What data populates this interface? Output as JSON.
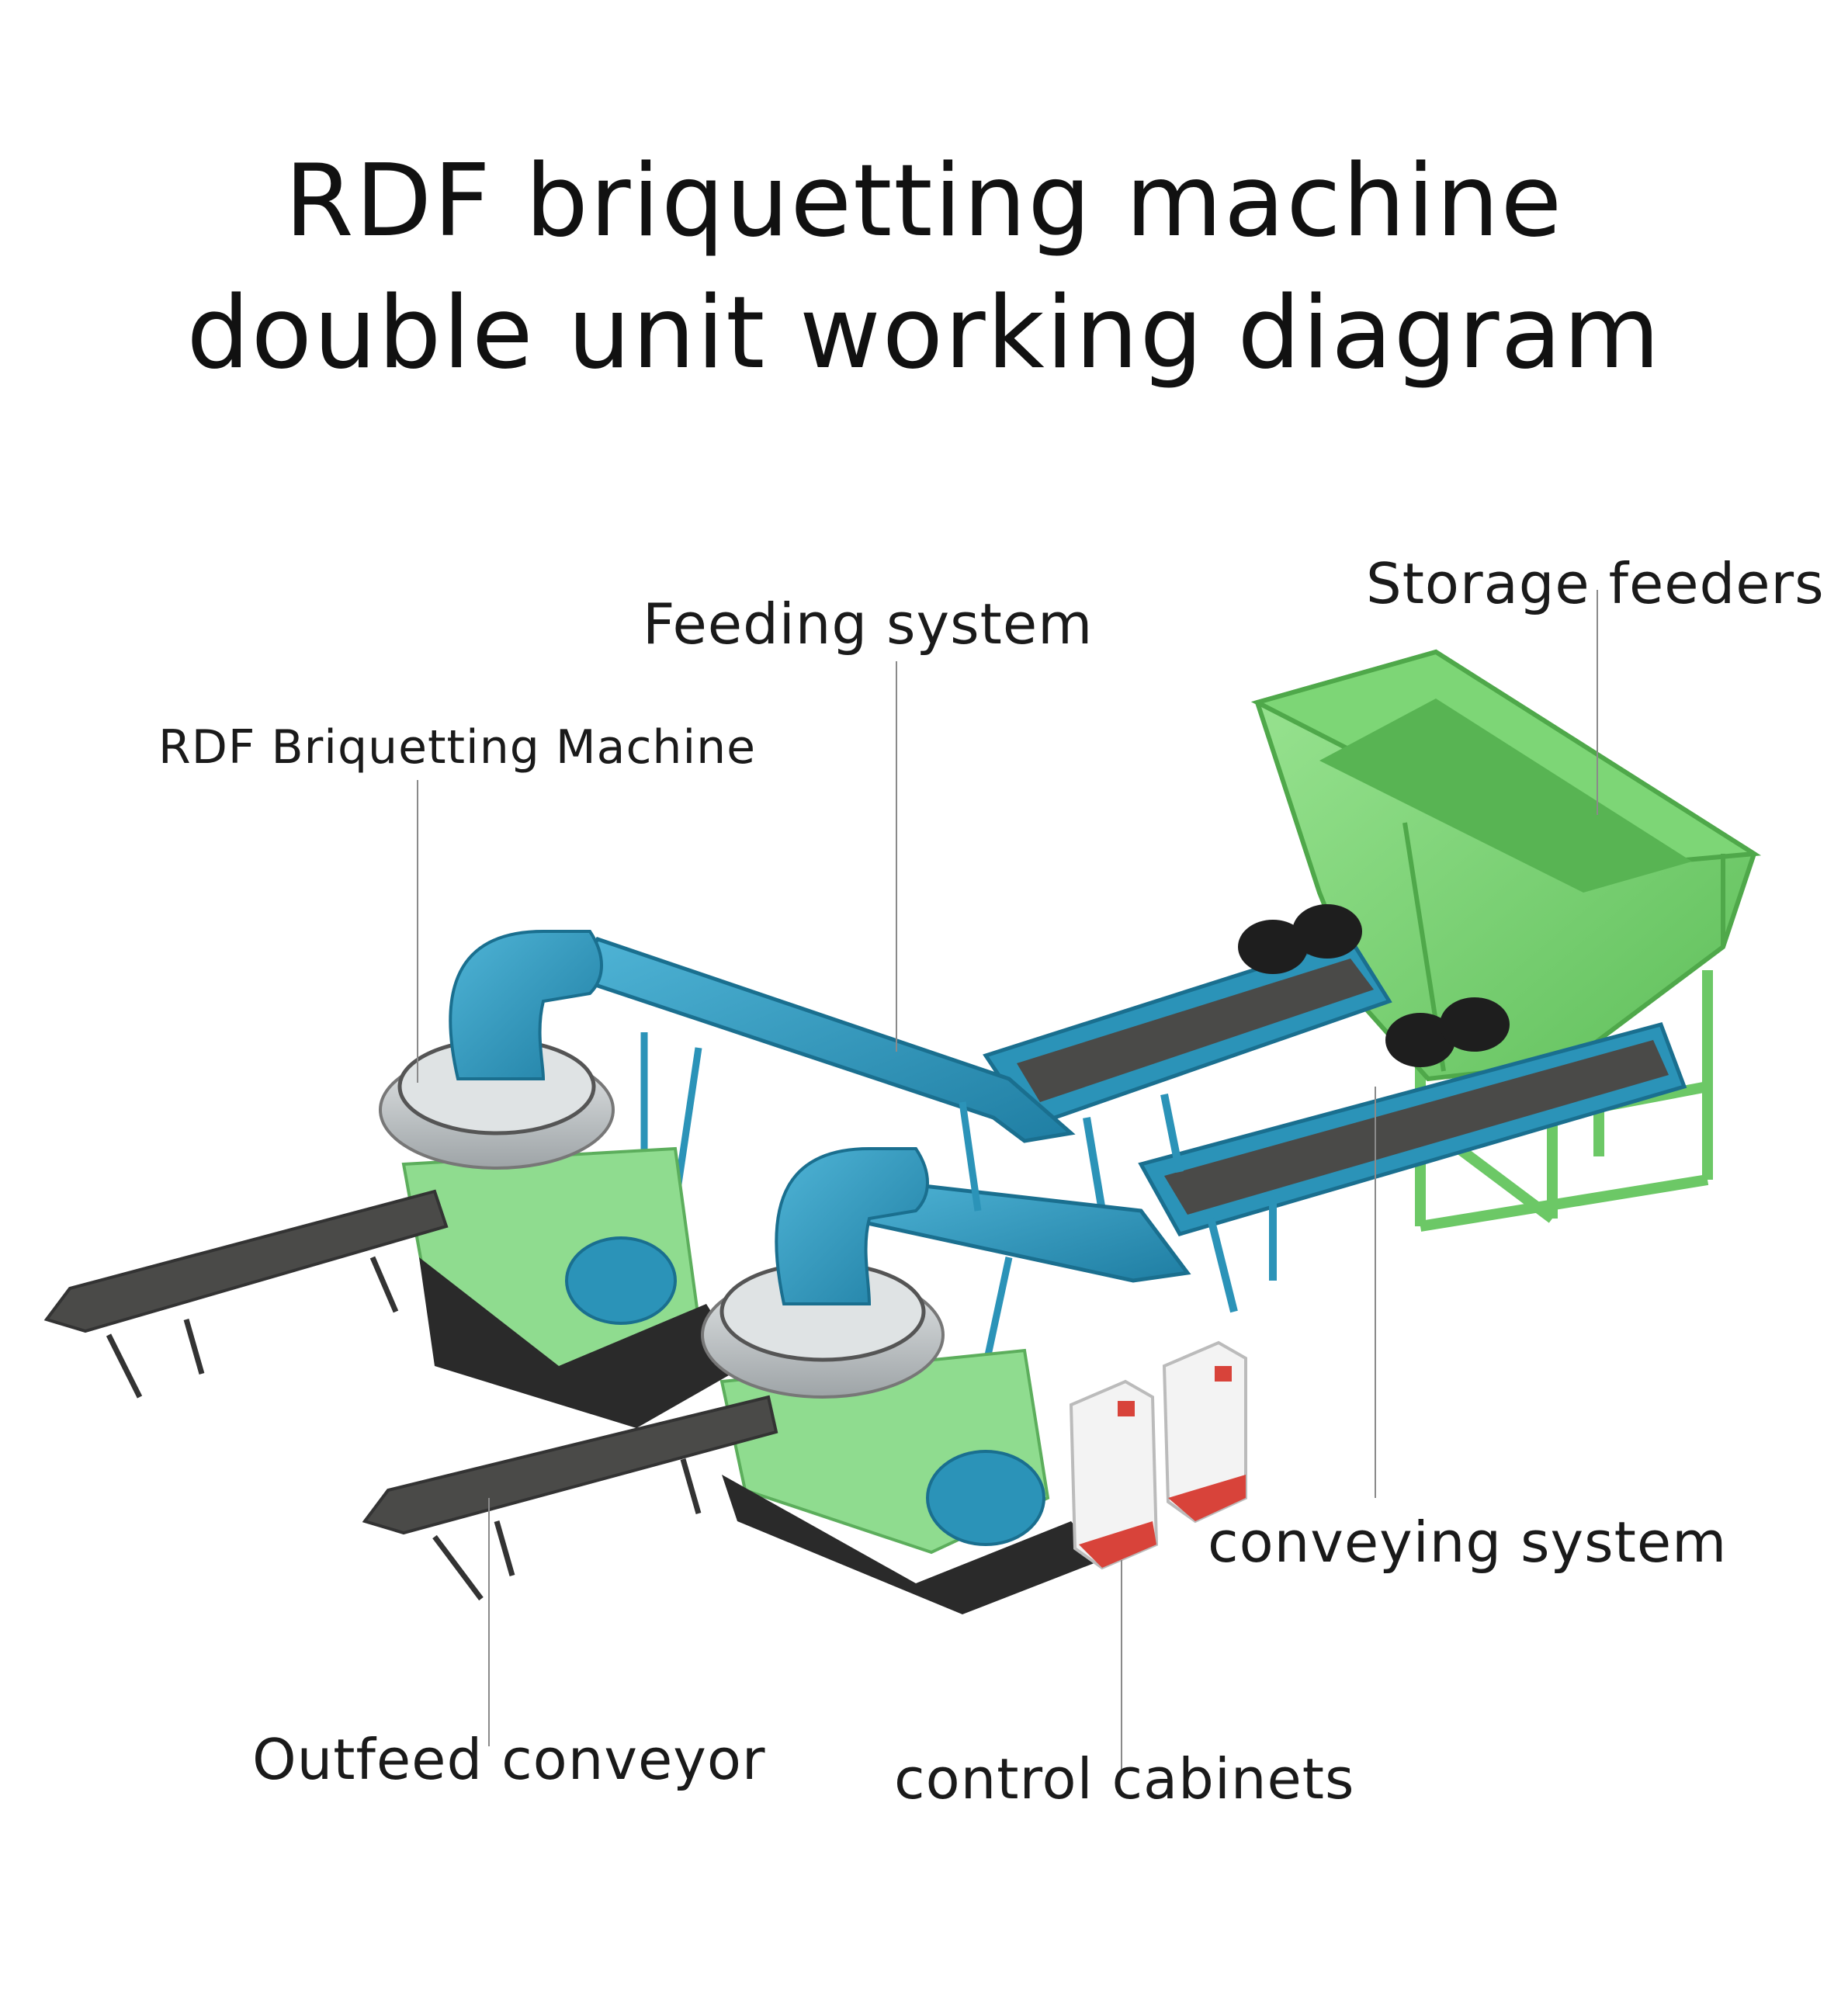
{
  "title": {
    "line1": "RDF briquetting machine",
    "line2": "double unit working diagram"
  },
  "labels": {
    "storage_feeders": "Storage feeders",
    "feeding_system": "Feeding system",
    "rdf_briquetting_machine": "RDF Briquetting Machine",
    "conveying_system": "conveying system",
    "outfeed_conveyor": "Outfeed conveyor",
    "control_cabinets": "control cabinets"
  },
  "colors": {
    "hopper_green": "#7fd47a",
    "feeder_blue": "#2b93b8",
    "belt_dark": "#4a4a48",
    "machine_grey": "#c9cdcf",
    "cabinet_red": "#d8433a"
  }
}
